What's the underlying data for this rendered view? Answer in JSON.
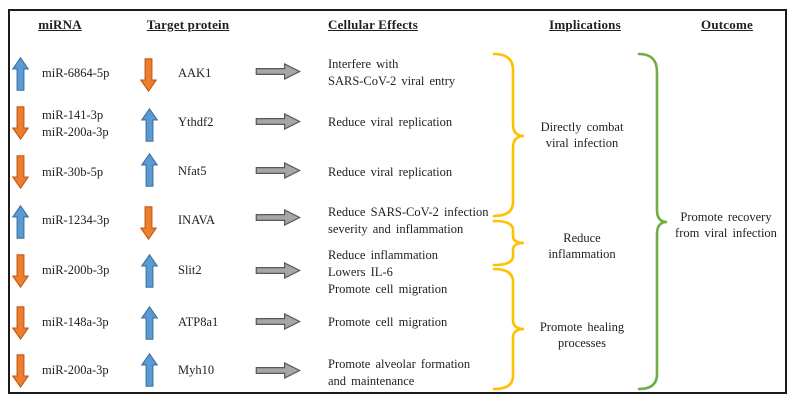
{
  "diagram": {
    "headers": {
      "mirna": "miRNA",
      "target_protein": "Target protein",
      "cellular_effects": "Cellular Effects",
      "implications": "Implications",
      "outcome": "Outcome"
    },
    "rows": [
      {
        "mirna": {
          "direction": "up",
          "labels": [
            "miR-6864-5p"
          ]
        },
        "protein": {
          "direction": "down",
          "label": "AAK1"
        },
        "effect_lines": [
          "Interfere with",
          "SARS-CoV-2  viral entry"
        ]
      },
      {
        "mirna": {
          "direction": "down",
          "labels": [
            "miR-141-3p",
            "miR-200a-3p"
          ]
        },
        "protein": {
          "direction": "up",
          "label": "Ythdf2"
        },
        "effect_lines": [
          "Reduce viral replication"
        ]
      },
      {
        "mirna": {
          "direction": "down",
          "labels": [
            "miR-30b-5p"
          ]
        },
        "protein": {
          "direction": "up",
          "label": "Nfat5"
        },
        "effect_lines": [
          "Reduce viral replication"
        ]
      },
      {
        "mirna": {
          "direction": "up",
          "labels": [
            "miR-1234-3p"
          ]
        },
        "protein": {
          "direction": "down",
          "label": "INAVA"
        },
        "effect_lines": [
          "Reduce SARS-CoV-2  infection",
          "severity and inflammation"
        ]
      },
      {
        "mirna": {
          "direction": "down",
          "labels": [
            "miR-200b-3p"
          ]
        },
        "protein": {
          "direction": "up",
          "label": "Slit2"
        },
        "effect_lines": [
          "Reduce inflammation",
          "Lowers IL-6",
          "Promote cell migration"
        ]
      },
      {
        "mirna": {
          "direction": "down",
          "labels": [
            "miR-148a-3p"
          ]
        },
        "protein": {
          "direction": "up",
          "label": "ATP8a1"
        },
        "effect_lines": [
          "Promote cell migration"
        ]
      },
      {
        "mirna": {
          "direction": "down",
          "labels": [
            "miR-200a-3p"
          ]
        },
        "protein": {
          "direction": "up",
          "label": "Myh10"
        },
        "effect_lines": [
          "Promote alveolar formation",
          "and maintenance"
        ]
      }
    ],
    "implications": [
      {
        "lines": [
          "Directly combat",
          "viral infection"
        ],
        "covers_rows": [
          1,
          2,
          3
        ]
      },
      {
        "lines": [
          "Reduce",
          "inflammation"
        ],
        "covers_rows": [
          4,
          5
        ]
      },
      {
        "lines": [
          "Promote healing",
          "processes"
        ],
        "covers_rows": [
          5,
          6,
          7
        ]
      }
    ],
    "outcome": {
      "lines": [
        "Promote recovery",
        "from viral infection"
      ]
    },
    "colors": {
      "up_arrow": "#5B9BD5",
      "up_arrow_border": "#41719C",
      "down_arrow": "#ED7D31",
      "down_arrow_border": "#C55A11",
      "flow_arrow": "#A6A6A6",
      "flow_arrow_border": "#595959",
      "implication_brace": "#FFC000",
      "outcome_brace": "#70AD47",
      "frame_border": "#1C1C1C"
    }
  }
}
